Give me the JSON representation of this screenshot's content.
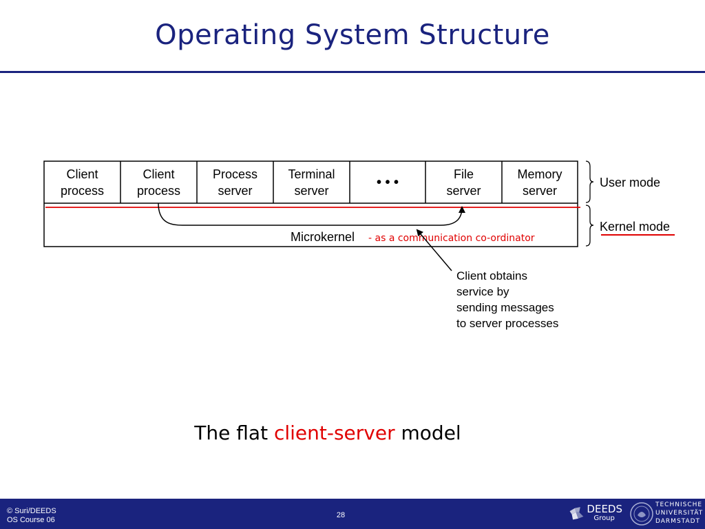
{
  "slide": {
    "title": "Operating System Structure",
    "caption_before": "The flat ",
    "caption_accent": "client-server",
    "caption_after": " model"
  },
  "diagram": {
    "top_row": [
      {
        "line1": "Client",
        "line2": "process"
      },
      {
        "line1": "Client",
        "line2": "process"
      },
      {
        "line1": "Process",
        "line2": "server"
      },
      {
        "line1": "Terminal",
        "line2": "server"
      },
      {
        "line1": "• • •",
        "line2": ""
      },
      {
        "line1": "File",
        "line2": "server"
      },
      {
        "line1": "Memory",
        "line2": "server"
      }
    ],
    "microkernel_label": "Microkernel",
    "microkernel_note": "- as a communication co-ordinator",
    "user_mode_label": "User mode",
    "kernel_mode_label": "Kernel mode",
    "annotation": [
      "Client obtains",
      "service by",
      "sending messages",
      "to server processes"
    ],
    "colors": {
      "accent_red": "#e00000",
      "line": "#000000"
    }
  },
  "footer": {
    "copyright": "© Suri/DEEDS",
    "course": "OS Course 06",
    "page_number": "28",
    "deeds_name": "DEEDS",
    "deeds_sub": "Group",
    "university": [
      "TECHNISCHE",
      "UNIVERSITÄT",
      "DARMSTADT"
    ],
    "colors": {
      "background": "#1a237e",
      "text": "#ffffff"
    }
  }
}
